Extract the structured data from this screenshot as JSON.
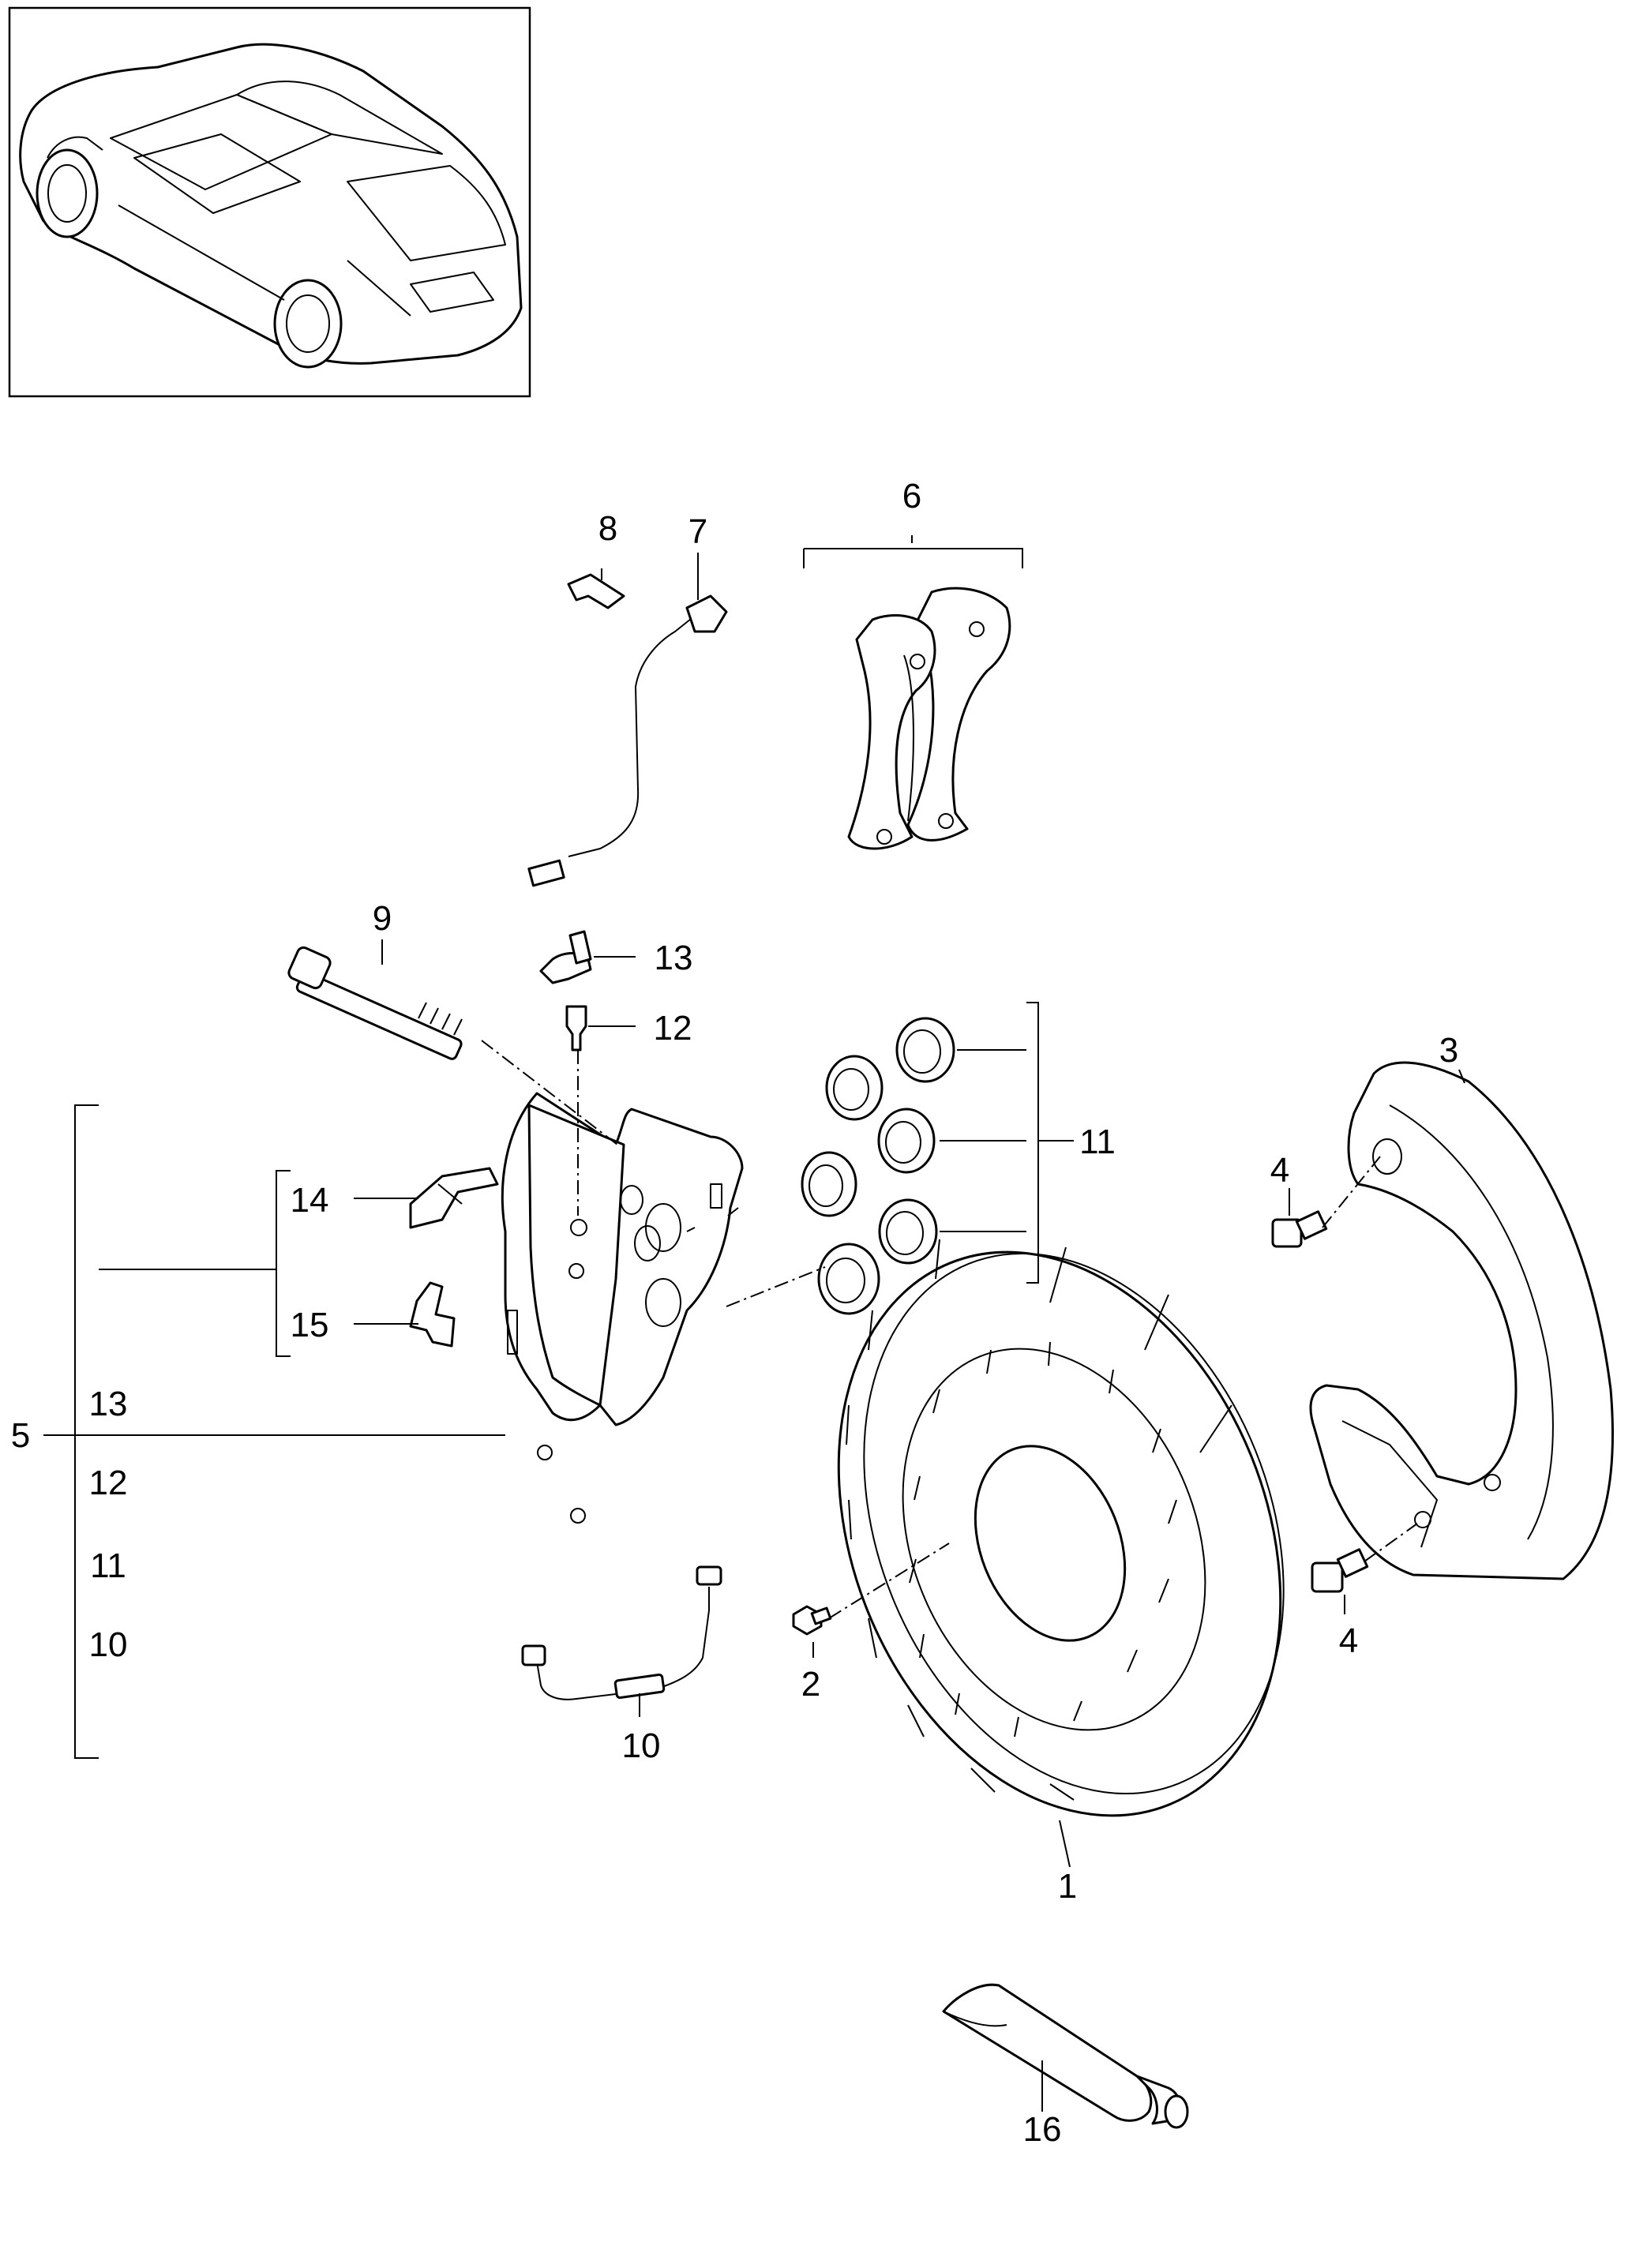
{
  "labels": {
    "p1": "1",
    "p2": "2",
    "p3": "3",
    "p4_top": "4",
    "p4_bottom": "4",
    "p5": "5",
    "p6": "6",
    "p7": "7",
    "p8": "8",
    "p9": "9",
    "p10": "10",
    "p11": "11",
    "p12": "12",
    "p13": "13",
    "p14": "14",
    "p15": "15",
    "p16": "16",
    "kit_13": "13",
    "kit_12": "12",
    "kit_11": "11",
    "kit_10": "10"
  }
}
